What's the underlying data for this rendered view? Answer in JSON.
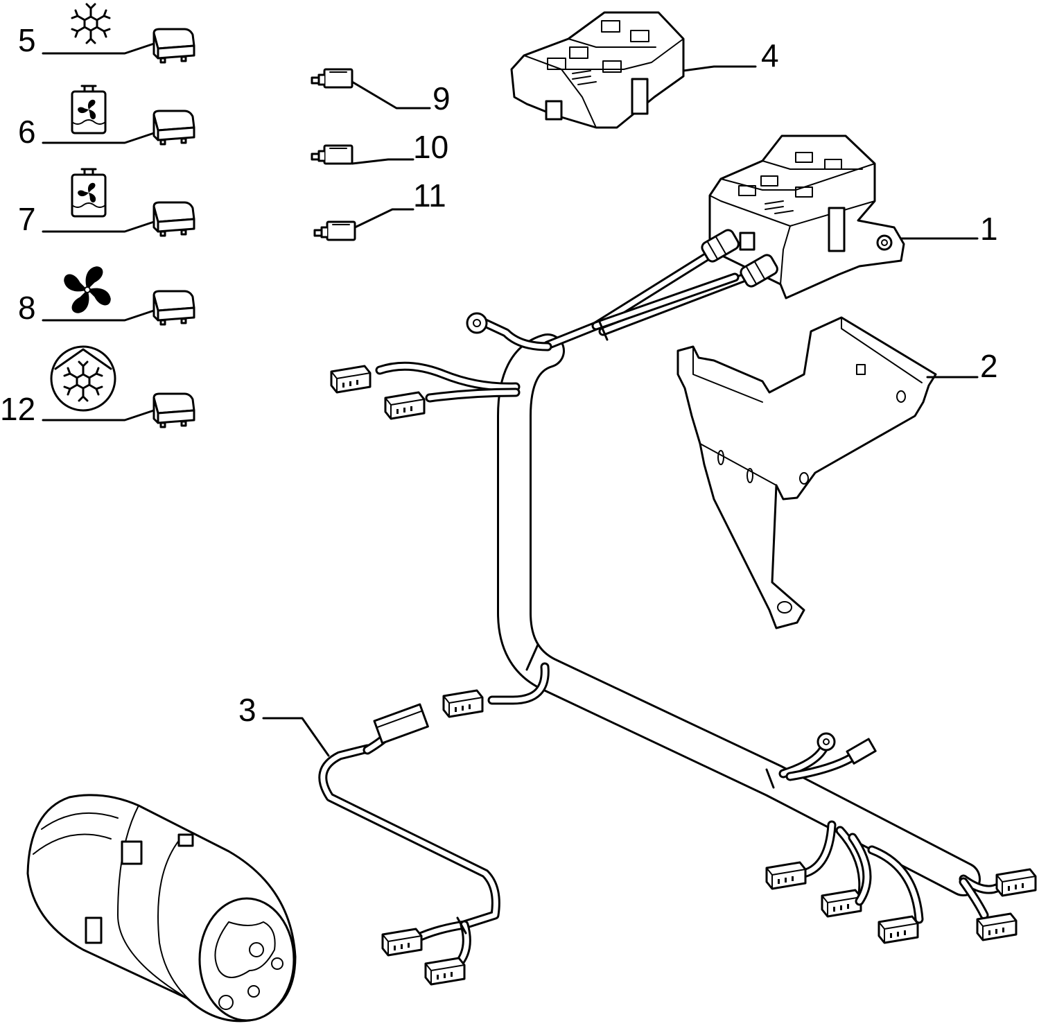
{
  "callouts": {
    "c1": "1",
    "c2": "2",
    "c3": "3",
    "c4": "4",
    "c5": "5",
    "c6": "6",
    "c7": "7",
    "c8": "8",
    "c9": "9",
    "c10": "10",
    "c11": "11",
    "c12": "12"
  },
  "icons": {
    "c5": "snowflake-icon",
    "c6": "radiator-fan-icon",
    "c7": "radiator-fan-icon",
    "c8": "fan-icon",
    "c12": "snowflake-circle-icon"
  },
  "colors": {
    "line": "#000000",
    "background": "#ffffff"
  }
}
